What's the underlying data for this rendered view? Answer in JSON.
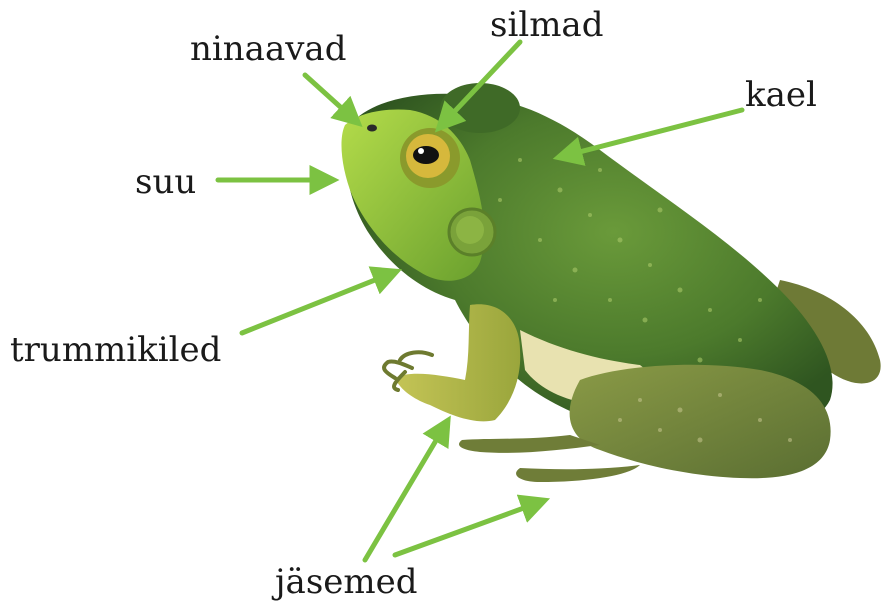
{
  "labels": {
    "ninaavad": "ninaavad",
    "silmad": "silmad",
    "kael": "kael",
    "suu": "suu",
    "trummikiled": "trummikiled",
    "jasemed": "jäsemed"
  },
  "colors": {
    "arrow": "#7cc242",
    "frog_body": "#4f7a32",
    "frog_head": "#9ccc3a",
    "frog_belly": "#e8e2b0",
    "label_text": "#1a1a1a"
  },
  "image": {
    "subject": "frog-icon"
  }
}
